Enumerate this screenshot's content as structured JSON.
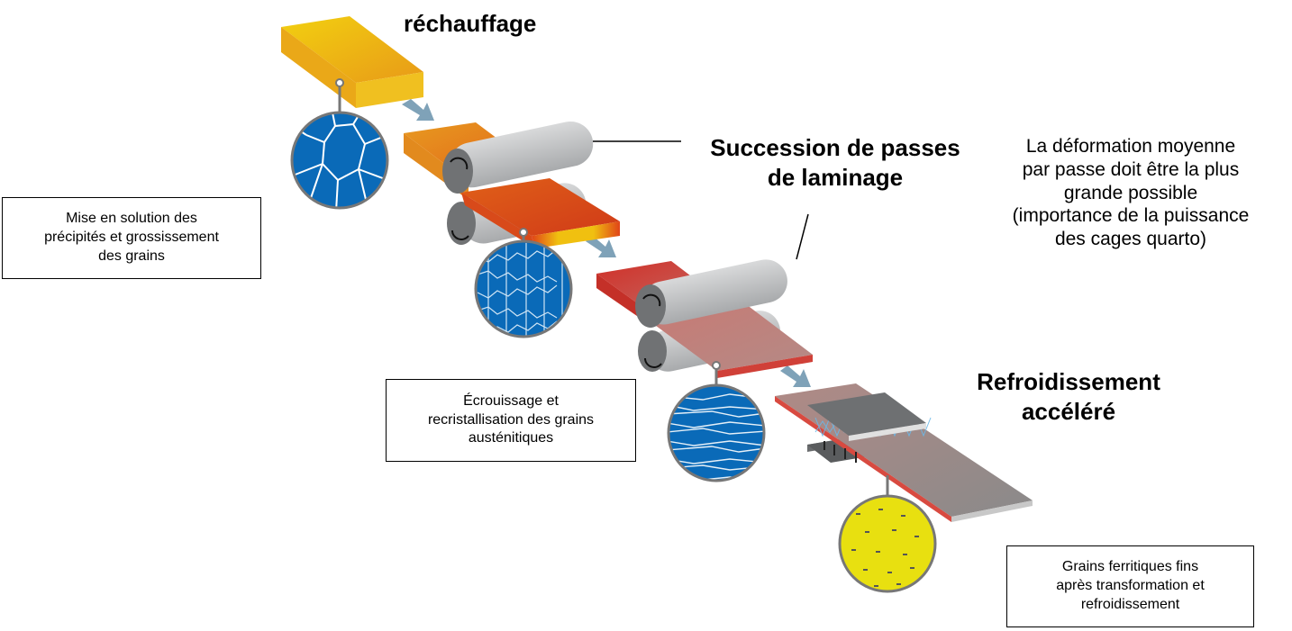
{
  "titles": {
    "reheating": "réchauffage",
    "rolling": [
      "Succession de passes",
      "de laminage"
    ],
    "cooling": [
      "Refroidissement",
      "accéléré"
    ]
  },
  "note": [
    "La déformation moyenne",
    "par passe doit être la plus",
    "grande possible",
    "(importance de la puissance",
    "des cages quarto)"
  ],
  "boxes": {
    "solution": [
      "Mise en solution des",
      "précipités et grossissement",
      "des grains"
    ],
    "work_hardening": [
      "Écrouissage et",
      "recristallisation des grains",
      "austénitiques"
    ],
    "ferrite": [
      "Grains ferritiques fins",
      "après transformation et",
      "refroidissement"
    ]
  },
  "stages": [
    {
      "name": "slab-reheated",
      "color": "#f0a818",
      "microstructure": "coarse-austenite-grains"
    },
    {
      "name": "first-rolling-pass",
      "color": "#e35a1a",
      "microstructure": "recrystallized-fine-austenite"
    },
    {
      "name": "second-rolling-pass",
      "color": "#d23a32",
      "microstructure": "elongated-austenite-grains"
    },
    {
      "name": "accelerated-cooling",
      "color": "#9a8a88",
      "microstructure": "fine-ferrite-grains"
    }
  ],
  "colors": {
    "grain_blue": "#0a6ab8",
    "ferrite_yellow": "#e8e010",
    "roll_gray": "#c8cacc",
    "arrow": "#7fa2b8",
    "spray": "#6ab8e8"
  }
}
